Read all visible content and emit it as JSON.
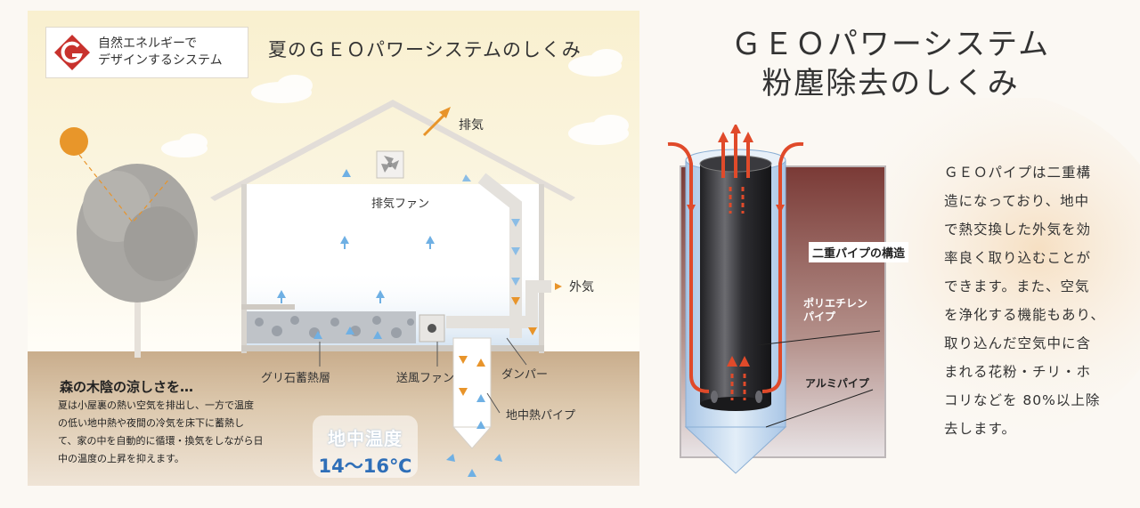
{
  "logo": {
    "text_line1": "自然エネルギーで",
    "text_line2": "デザインするシステム"
  },
  "left": {
    "title": "夏のＧＥＯパワーシステムのしくみ",
    "labels": {
      "exhaust": "排気",
      "exhaust_fan": "排気ファン",
      "outside_air": "外気",
      "gravel_storage": "グリ石蓄熱層",
      "blower_fan": "送風ファン",
      "damper": "ダンパー",
      "geo_pipe": "地中熱パイプ"
    },
    "caption_title": "森の木陰の涼しさを…",
    "caption_lines": [
      "夏は小屋裏の熱い空気を排出し、一方で温度",
      "の低い地中熱や夜間の冷気を床下に蓄熱し",
      "て、家の中を自動的に循環・換気をしながら日",
      "中の温度の上昇を抑えます。"
    ],
    "ground_temp_title": "地中温度",
    "ground_temp_value": "14～16℃"
  },
  "right": {
    "title_line1": "ＧＥＯパワーシステム",
    "title_line2": "粉塵除去のしくみ",
    "structure_label": "二重パイプの構造",
    "poly_pipe_line1": "ポリエチレン",
    "poly_pipe_line2": "パイプ",
    "alu_pipe": "アルミパイプ",
    "description_lines": [
      "ＧＥＯパイプは二重構",
      "造になっており、地中",
      "で熱交換した外気を効",
      "率良く取り込むことが",
      "できます。また、空気",
      "を浄化する機能もあり、",
      "取り込んだ空気中に含",
      "まれる花粉・チリ・ホ",
      "コリなどを 80%以上除",
      "去します。"
    ]
  },
  "colors": {
    "warm_arrow": "#e8942a",
    "cool_arrow": "#7fb6e0",
    "red_arrow": "#e04a2a",
    "pipe_dark": "#3c3c40",
    "ground": "#c9ad8c"
  }
}
